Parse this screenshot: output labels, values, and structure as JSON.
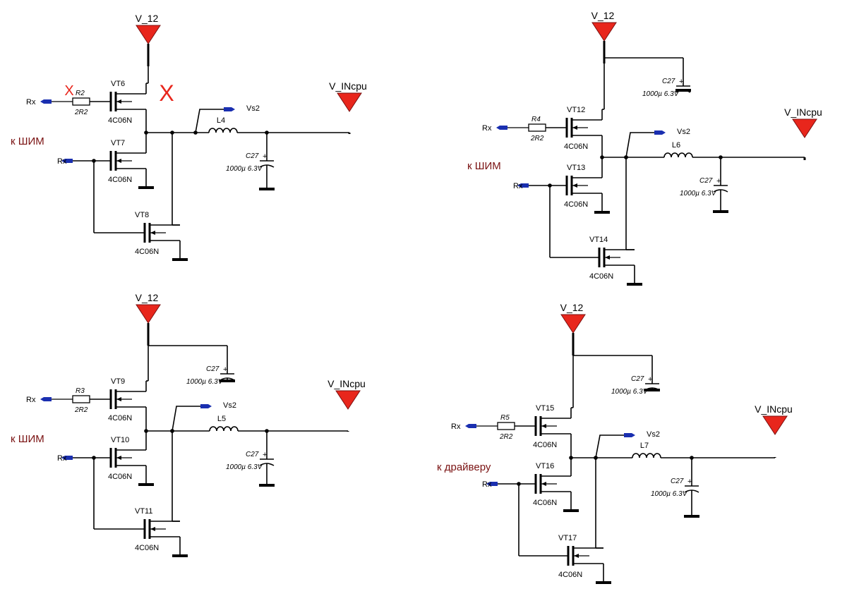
{
  "colors": {
    "wire": "#000000",
    "power_arrow": "#e8261c",
    "port": "#1a2fb0",
    "note_text": "#7a1212",
    "cross_mark": "#e8261c"
  },
  "diagram": {
    "circuits": [
      {
        "v12_label": "V_12",
        "vin_label": "V_INcpu",
        "vs2_label": "Vs2",
        "rx_top_label": "Rx",
        "rx_bottom_label": "Rx",
        "resistor_ref": "R2",
        "resistor_value": "2R2",
        "inductor_ref": "L4",
        "cap_ref": "C27",
        "cap_value": "1000µ 6.3V",
        "top_cap_ref": "",
        "top_cap_value": "",
        "q_high": "VT6",
        "q_low": "VT7",
        "q_aux": "VT8",
        "part_high": "4C06N",
        "part_low": "4C06N",
        "part_aux": "4C06N",
        "note": "к ШИМ",
        "cross_left": "X",
        "cross_right": "X"
      },
      {
        "v12_label": "V_12",
        "vin_label": "V_INcpu",
        "vs2_label": "Vs2",
        "rx_top_label": "Rx",
        "rx_bottom_label": "Rx",
        "resistor_ref": "R4",
        "resistor_value": "2R2",
        "inductor_ref": "L6",
        "cap_ref": "C27",
        "cap_value": "1000µ 6.3V",
        "top_cap_ref": "C27",
        "top_cap_value": "1000µ 6.3V",
        "q_high": "VT12",
        "q_low": "VT13",
        "q_aux": "VT14",
        "part_high": "4C06N",
        "part_low": "4C06N",
        "part_aux": "4C06N",
        "note": "к ШИМ"
      },
      {
        "v12_label": "V_12",
        "vin_label": "V_INcpu",
        "vs2_label": "Vs2",
        "rx_top_label": "Rx",
        "rx_bottom_label": "Rx",
        "resistor_ref": "R3",
        "resistor_value": "2R2",
        "inductor_ref": "L5",
        "cap_ref": "C27",
        "cap_value": "1000µ 6.3V",
        "top_cap_ref": "C27",
        "top_cap_value": "1000µ 6.3V",
        "q_high": "VT9",
        "q_low": "VT10",
        "q_aux": "VT11",
        "part_high": "4C06N",
        "part_low": "4C06N",
        "part_aux": "4C06N",
        "note": "к ШИМ"
      },
      {
        "v12_label": "V_12",
        "vin_label": "V_INcpu",
        "vs2_label": "Vs2",
        "rx_top_label": "Rx",
        "rx_bottom_label": "Rx",
        "resistor_ref": "R5",
        "resistor_value": "2R2",
        "inductor_ref": "L7",
        "cap_ref": "C27",
        "cap_value": "1000µ 6.3V",
        "top_cap_ref": "C27",
        "top_cap_value": "1000µ 6.3V",
        "q_high": "VT15",
        "q_low": "VT16",
        "q_aux": "VT17",
        "part_high": "4C06N",
        "part_low": "4C06N",
        "part_aux": "4C06N",
        "note": "к драйверу"
      }
    ]
  }
}
